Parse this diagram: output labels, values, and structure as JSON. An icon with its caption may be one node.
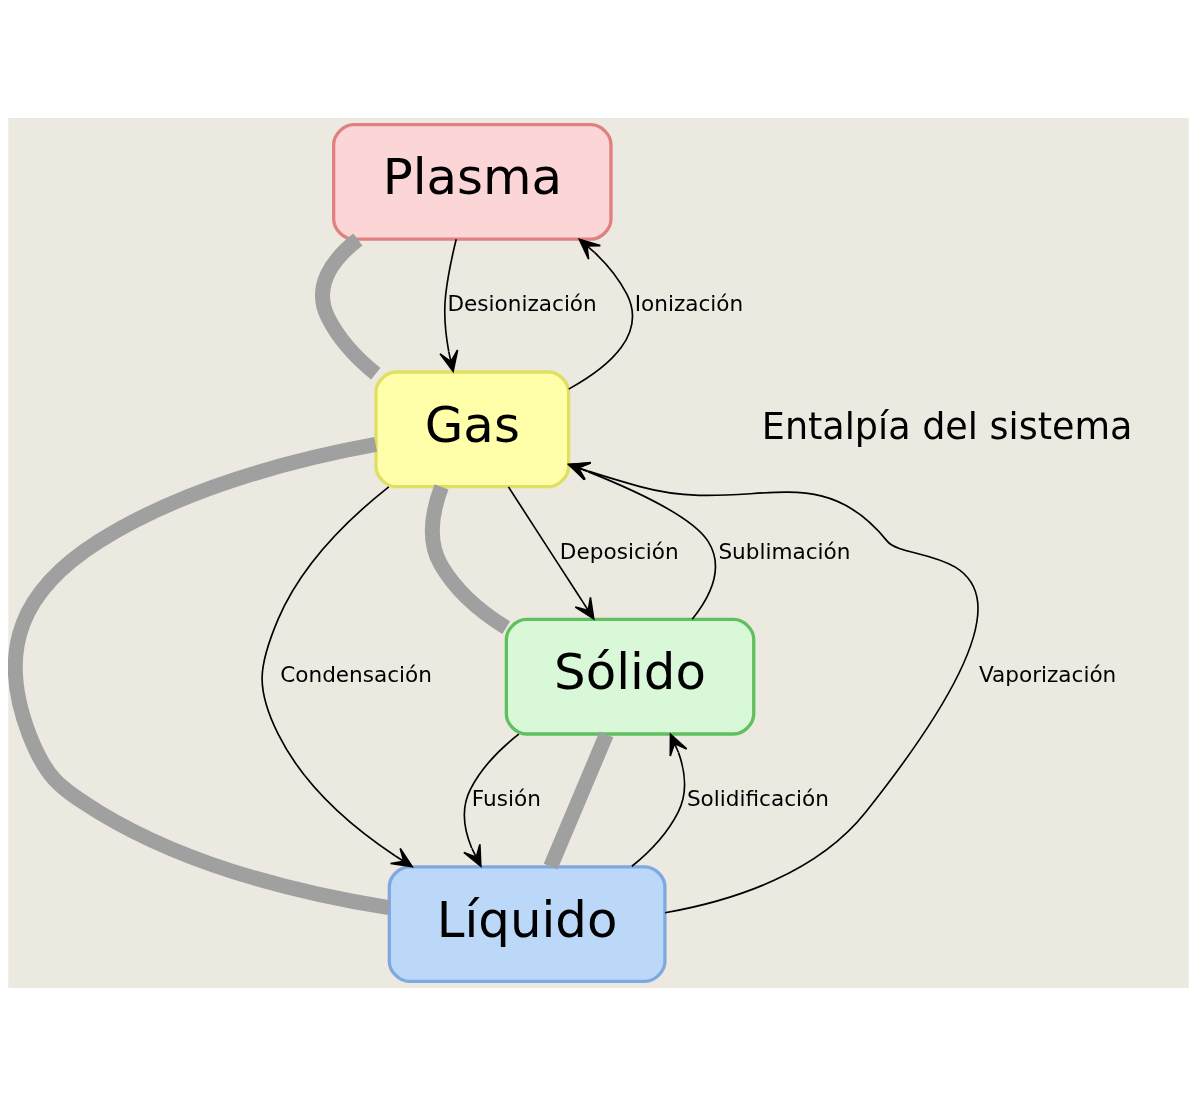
{
  "diagram": {
    "nodes": [
      {
        "text": [
          "Plasma"
        ]
      },
      {
        "text": [
          "Gas"
        ]
      },
      {
        "text": [
          "Líquido"
        ]
      },
      {
        "text": [
          "Sólido"
        ]
      }
    ],
    "edges": [
      {
        "from": 0,
        "to": 1,
        "arrow": "none",
        "style": "thick",
        "color": "#a0a0a0"
      },
      {
        "from": 1,
        "to": 2,
        "arrow": "none",
        "style": "thick",
        "color": "#a0a0a0"
      },
      {
        "from": 1,
        "to": 3,
        "arrow": "none",
        "style": "thick",
        "color": "#a0a0a0"
      },
      {
        "from": 2,
        "to": 3,
        "arrow": "none",
        "style": "thick",
        "color": "#a0a0a0"
      },
      {
        "from": 0,
        "to": 1,
        "arrow": "to",
        "label": "Desionización"
      },
      {
        "from": 1,
        "to": 0,
        "arrow": "to",
        "label": "Ionización"
      },
      {
        "from": 2,
        "to": 1,
        "arrow": "to",
        "label": "Vaporización"
      },
      {
        "from": 1,
        "to": 2,
        "arrow": "to",
        "label": "Condensación"
      },
      {
        "from": 1,
        "to": 3,
        "arrow": "to",
        "label": "Deposición"
      },
      {
        "from": 3,
        "to": 1,
        "arrow": "to",
        "label": "Sublimación"
      },
      {
        "from": 2,
        "to": 3,
        "arrow": "to",
        "label": "Solidificación"
      },
      {
        "from": 3,
        "to": 2,
        "arrow": "to",
        "label": "Fusión"
      }
    ],
    "labels": [
      "Entalpía del sistema"
    ]
  }
}
